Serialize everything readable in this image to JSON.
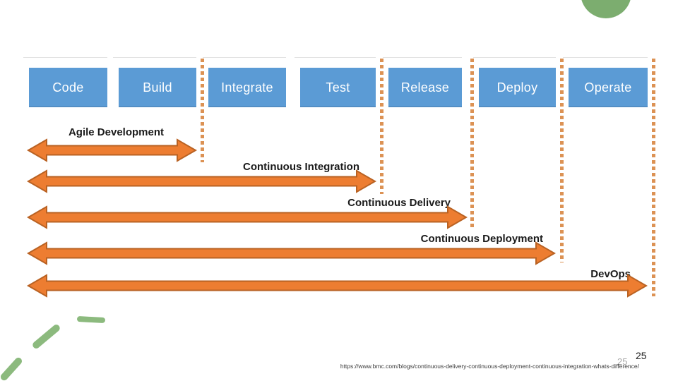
{
  "stages": [
    {
      "label": "Code"
    },
    {
      "label": "Build"
    },
    {
      "label": "Integrate"
    },
    {
      "label": "Test"
    },
    {
      "label": "Release"
    },
    {
      "label": "Deploy"
    },
    {
      "label": "Operate"
    }
  ],
  "arrows": [
    {
      "label": "Agile Development"
    },
    {
      "label": "Continuous Integration"
    },
    {
      "label": "Continuous Delivery"
    },
    {
      "label": "Continuous Deployment"
    },
    {
      "label": "DevOps"
    }
  ],
  "footer": {
    "source_url": "https://www.bmc.com/blogs/continuous-delivery-continuous-deployment-continuous-integration-whats-difference/",
    "page_number": "25",
    "page_number_watermark": "25"
  },
  "colors": {
    "stage_box_blue": "#5b9bd5",
    "arrow_orange_fill": "#ed7d31",
    "arrow_orange_stroke": "#b96223",
    "dotted_line_orange": "#dc9254",
    "decorative_green": "#7cad6f"
  },
  "chart_data": {
    "type": "table",
    "title": "DevOps pipeline scope diagram",
    "categories": [
      "Code",
      "Build",
      "Integrate",
      "Test",
      "Release",
      "Deploy",
      "Operate"
    ],
    "series": [
      {
        "name": "Agile Development",
        "spans_stages": [
          "Code",
          "Build"
        ]
      },
      {
        "name": "Continuous Integration",
        "spans_stages": [
          "Code",
          "Build",
          "Integrate",
          "Test"
        ]
      },
      {
        "name": "Continuous Delivery",
        "spans_stages": [
          "Code",
          "Build",
          "Integrate",
          "Test",
          "Release"
        ]
      },
      {
        "name": "Continuous Deployment",
        "spans_stages": [
          "Code",
          "Build",
          "Integrate",
          "Test",
          "Release",
          "Deploy"
        ]
      },
      {
        "name": "DevOps",
        "spans_stages": [
          "Code",
          "Build",
          "Integrate",
          "Test",
          "Release",
          "Deploy",
          "Operate"
        ]
      }
    ]
  }
}
